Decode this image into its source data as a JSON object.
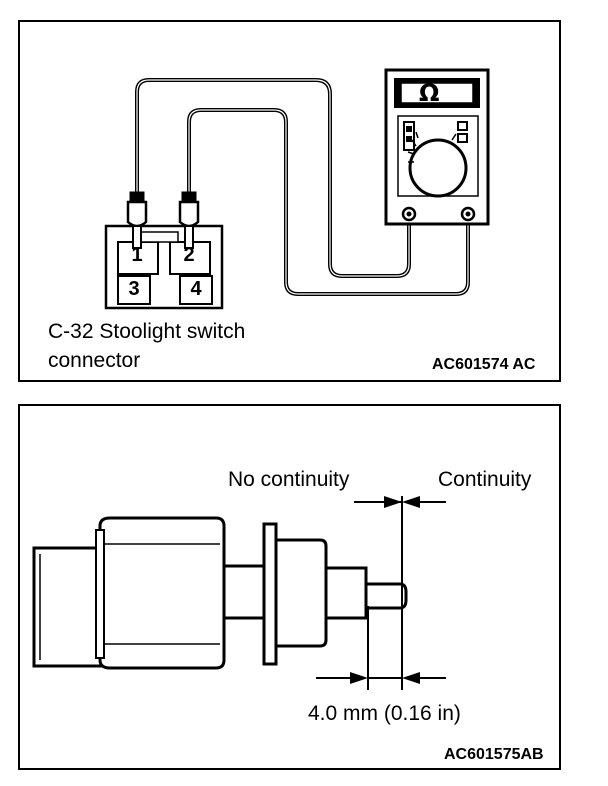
{
  "figure1": {
    "connector_name_line1": "C-32 Stoolight switch",
    "connector_name_line2": "connector",
    "figure_code": "AC601574 AC",
    "pins": [
      "1",
      "2",
      "3",
      "4"
    ],
    "meter_symbol": "Ω"
  },
  "figure2": {
    "label_no_continuity": "No continuity",
    "label_continuity": "Continuity",
    "dimension": "4.0 mm (0.16 in)",
    "figure_code": "AC601575AB"
  }
}
